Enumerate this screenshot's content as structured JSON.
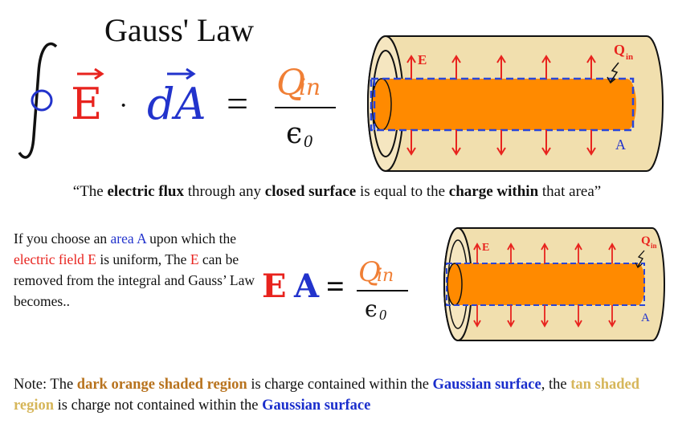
{
  "title": "Gauss' Law",
  "equation1": {
    "field": "E",
    "dot": "·",
    "area": "dA",
    "equals": "=",
    "numerator_Q": "Q",
    "numerator_sub": "in",
    "denominator_eps": "ϵ",
    "denominator_sub": "0"
  },
  "cylinder_labels": {
    "e_label": "E",
    "q_label": "Q",
    "q_sub": "in",
    "a_label": "A"
  },
  "quote": {
    "open": "“The ",
    "b1": "electric flux",
    "t1": " through any ",
    "b2": "closed surface",
    "t2": " is equal to the ",
    "b3": "charge within",
    "t3": " that area”"
  },
  "explanation": {
    "p1": "If you choose an ",
    "area_a": "area A",
    "p2": " upon which the ",
    "electric_field": "electric field E",
    "p3": " is uniform, The ",
    "e": "E",
    "p4": " can be removed from the integral and Gauss’ Law becomes.."
  },
  "equation2": {
    "e": "E",
    "a": "A",
    "equals": "=",
    "q": "Q",
    "q_sub": "in",
    "eps": "ϵ",
    "eps_sub": "0"
  },
  "note": {
    "p1": "Note: The ",
    "dark": "dark orange shaded region",
    "p2": " is charge contained within the ",
    "gs1": "Gaussian surface",
    "p3": ", the ",
    "tan": "tan shaded region",
    "p4": " is charge not contained within the ",
    "gs2": "Gaussian surface"
  },
  "colors": {
    "red": "#e8231e",
    "blue": "#2233cc",
    "orange": "#ff8a00",
    "tan": "#f1dfae",
    "dark_orange_text": "#b8731e",
    "tan_text": "#d6b65a"
  }
}
